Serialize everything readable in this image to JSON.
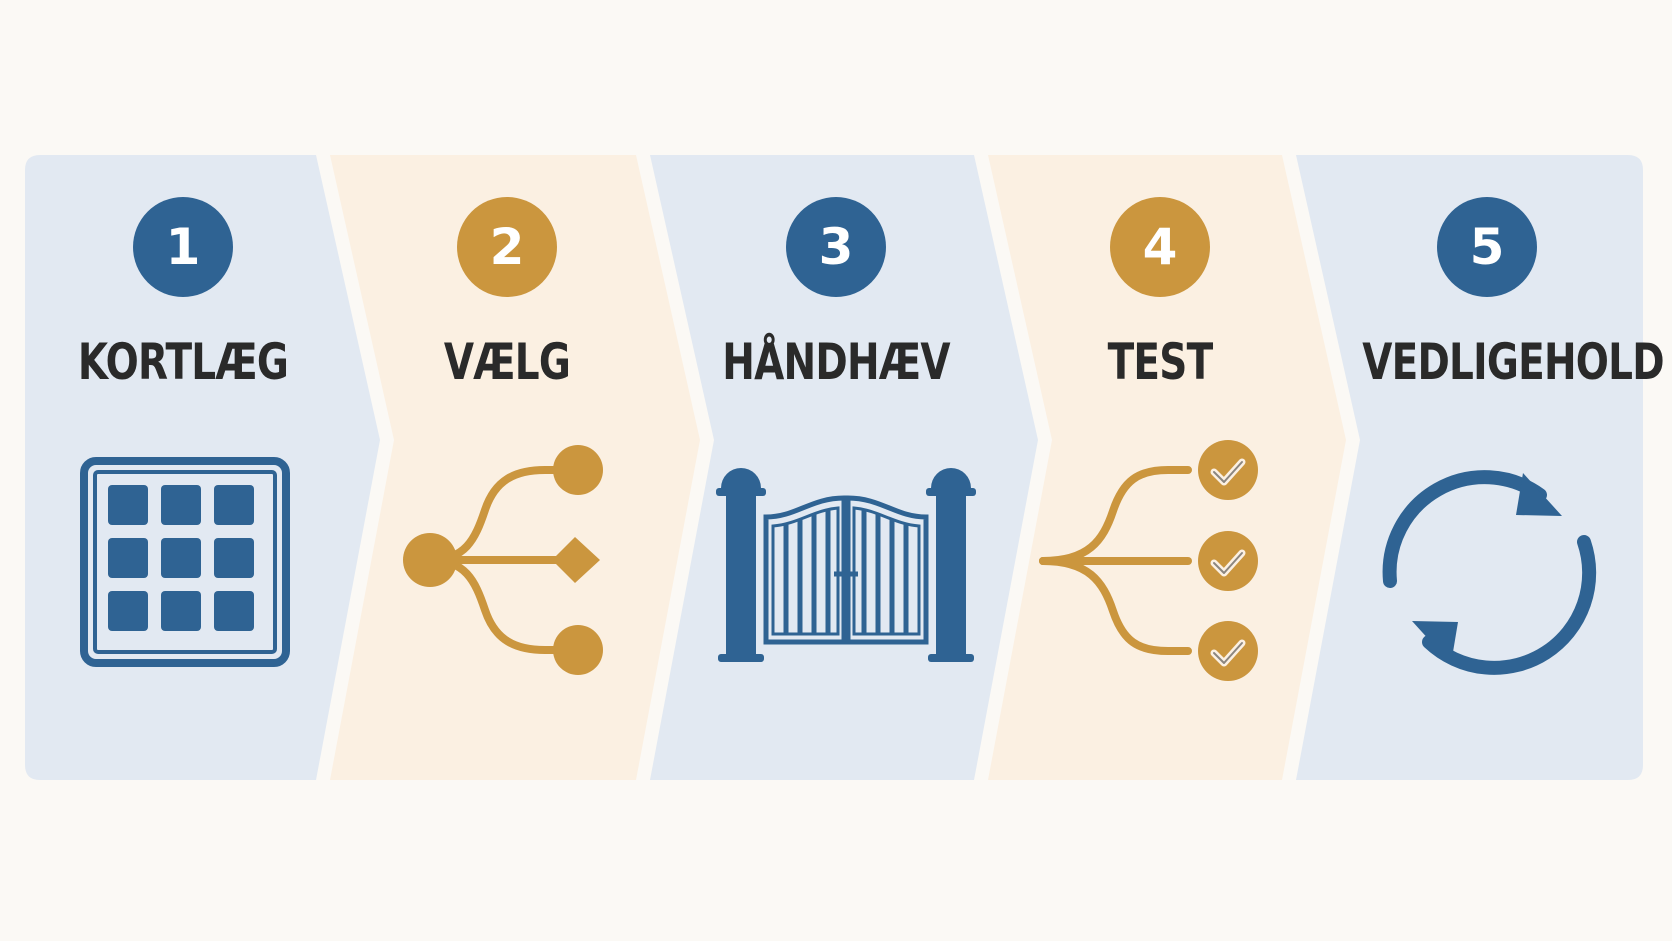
{
  "colors": {
    "background": "#fbf9f5",
    "band_blue": "#e2e9f2",
    "band_cream": "#fbf0e2",
    "accent_blue": "#2f6393",
    "accent_gold": "#cb963e",
    "label_text": "#2a2a2a"
  },
  "steps": [
    {
      "number": "1",
      "label": "KORTLÆG",
      "badge_color": "blue",
      "icon": "grid-calendar-icon"
    },
    {
      "number": "2",
      "label": "VÆLG",
      "badge_color": "gold",
      "icon": "branching-options-icon"
    },
    {
      "number": "3",
      "label": "HÅNDHÆV",
      "badge_color": "blue",
      "icon": "gate-icon"
    },
    {
      "number": "4",
      "label": "TEST",
      "badge_color": "gold",
      "icon": "branch-checkmarks-icon"
    },
    {
      "number": "5",
      "label": "VEDLIGEHOLD",
      "badge_color": "blue",
      "icon": "refresh-cycle-icon"
    }
  ]
}
